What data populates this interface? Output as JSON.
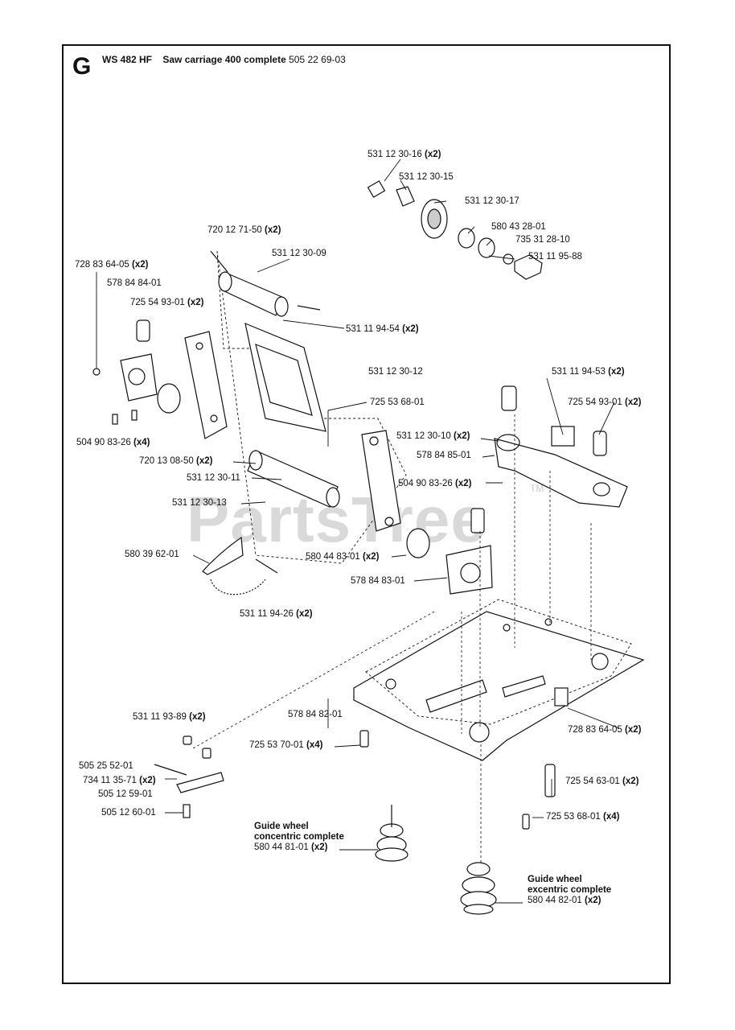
{
  "section_letter": "G",
  "header": {
    "model": "WS 482 HF",
    "title": "Saw carriage 400 complete",
    "part_no": "505 22 69-03"
  },
  "watermark": "PartsTree",
  "watermark_tm": "TM",
  "parts": [
    {
      "id": "p1",
      "text": "531 12 30-16",
      "qty": "(x2)"
    },
    {
      "id": "p2",
      "text": "531 12 30-15",
      "qty": ""
    },
    {
      "id": "p3",
      "text": "531 12 30-17",
      "qty": ""
    },
    {
      "id": "p4",
      "text": "580 43 28-01",
      "qty": ""
    },
    {
      "id": "p5",
      "text": "735 31 28-10",
      "qty": ""
    },
    {
      "id": "p6",
      "text": "531 11 95-88",
      "qty": ""
    },
    {
      "id": "p7",
      "text": "720 12 71-50",
      "qty": "(x2)"
    },
    {
      "id": "p8",
      "text": "531 12 30-09",
      "qty": ""
    },
    {
      "id": "p9",
      "text": "728 83 64-05",
      "qty": "(x2)"
    },
    {
      "id": "p10",
      "text": "578 84 84-01",
      "qty": ""
    },
    {
      "id": "p11",
      "text": "725 54 93-01",
      "qty": "(x2)"
    },
    {
      "id": "p12",
      "text": "531 11 94-54",
      "qty": "(x2)"
    },
    {
      "id": "p13",
      "text": "531 12 30-12",
      "qty": ""
    },
    {
      "id": "p14",
      "text": "531 11 94-53",
      "qty": "(x2)"
    },
    {
      "id": "p15",
      "text": "725 54 93-01",
      "qty": "(x2)"
    },
    {
      "id": "p16",
      "text": "725 53 68-01",
      "qty": ""
    },
    {
      "id": "p17",
      "text": "531 12 30-10",
      "qty": "(x2)"
    },
    {
      "id": "p18",
      "text": "504 90 83-26",
      "qty": "(x4)"
    },
    {
      "id": "p19",
      "text": "578 84 85-01",
      "qty": ""
    },
    {
      "id": "p20",
      "text": "720 13 08-50",
      "qty": "(x2)"
    },
    {
      "id": "p21",
      "text": "531 12 30-11",
      "qty": ""
    },
    {
      "id": "p22",
      "text": "504 90 83-26",
      "qty": "(x2)"
    },
    {
      "id": "p23",
      "text": "531 12 30-13",
      "qty": ""
    },
    {
      "id": "p24",
      "text": "580 39 62-01",
      "qty": ""
    },
    {
      "id": "p25",
      "text": "580 44 83-01",
      "qty": "(x2)"
    },
    {
      "id": "p26",
      "text": "578 84 83-01",
      "qty": ""
    },
    {
      "id": "p27",
      "text": "531 11 94-26",
      "qty": "(x2)"
    },
    {
      "id": "p28",
      "text": "531 11 93-89",
      "qty": "(x2)"
    },
    {
      "id": "p29",
      "text": "578 84 82-01",
      "qty": ""
    },
    {
      "id": "p30",
      "text": "728 83 64-05",
      "qty": "(x2)"
    },
    {
      "id": "p31",
      "text": "725 53 70-01",
      "qty": "(x4)"
    },
    {
      "id": "p32",
      "text": "505 25 52-01",
      "qty": ""
    },
    {
      "id": "p33",
      "text": "725 54 63-01",
      "qty": "(x2)"
    },
    {
      "id": "p34",
      "text": "734 11 35-71",
      "qty": "(x2)"
    },
    {
      "id": "p35",
      "text": "505 12 59-01",
      "qty": ""
    },
    {
      "id": "p36",
      "text": "725 53 68-01",
      "qty": "(x4)"
    },
    {
      "id": "p37",
      "text": "505 12 60-01",
      "qty": ""
    }
  ],
  "assemblies": [
    {
      "id": "a1",
      "line1": "Guide wheel",
      "line2": "concentric complete",
      "text": "580 44 81-01",
      "qty": "(x2)"
    },
    {
      "id": "a2",
      "line1": "Guide wheel",
      "line2": "excentric complete",
      "text": "580 44 82-01",
      "qty": "(x2)"
    }
  ]
}
